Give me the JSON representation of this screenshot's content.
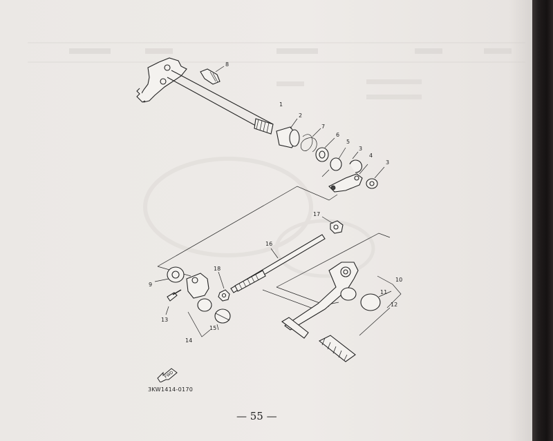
{
  "diagram": {
    "code": "3KW1414-0170",
    "page_number": "— 55 —",
    "fwd_label": "FWD",
    "callouts": [
      "1",
      "2",
      "3",
      "3",
      "4",
      "5",
      "6",
      "7",
      "8",
      "9",
      "10",
      "11",
      "12",
      "13",
      "14",
      "15",
      "16",
      "17",
      "18"
    ]
  }
}
